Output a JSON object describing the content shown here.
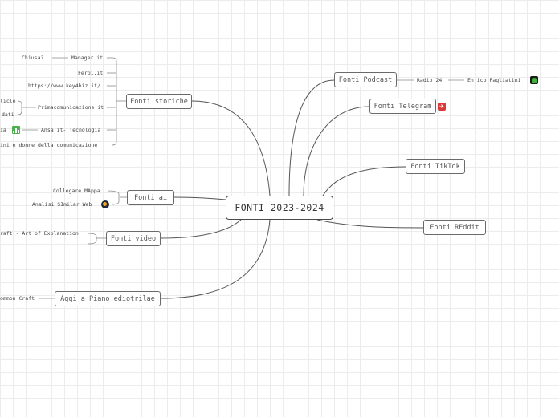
{
  "central": {
    "label": "FONTI 2023-2024"
  },
  "branches": {
    "podcast": {
      "label": "Fonti Podcast",
      "children": [
        "Radio 24",
        "Enrico Pagliatini"
      ]
    },
    "telegram": {
      "label": "Fonti Telegram"
    },
    "tiktok": {
      "label": "Fonti TikTok"
    },
    "reddit": {
      "label": "Fonti REddit"
    },
    "storiche": {
      "label": "Fonti storiche",
      "children": [
        "Manager.it",
        "Chiusa?",
        "Ferpi.it",
        "https://www.key4biz.it/",
        "Primacomunicazione.it",
        "licle",
        "dati",
        "Ansa.it- Tecnologia",
        "ia",
        "ini e donne della comunicazione"
      ]
    },
    "ai": {
      "label": "Fonti ai",
      "children": [
        "Collegare MAppa",
        "Analisi SImilar Web"
      ]
    },
    "video": {
      "label": "Fonti video",
      "children": [
        "raft - Art of Explanation"
      ]
    },
    "aggi": {
      "label": "Aggi a Piano ediotrilae",
      "children": [
        "ommon Craft"
      ]
    }
  },
  "icons": {
    "enrico": {
      "name": "globe-icon",
      "color": "#2f8f2f"
    },
    "telegram": {
      "name": "telegram-icon",
      "color": "#d63a3a"
    },
    "ansa": {
      "name": "chart-icon",
      "color": "#4caf50"
    },
    "similarweb": {
      "name": "similarweb-icon",
      "color": "#1e2a3a"
    }
  }
}
